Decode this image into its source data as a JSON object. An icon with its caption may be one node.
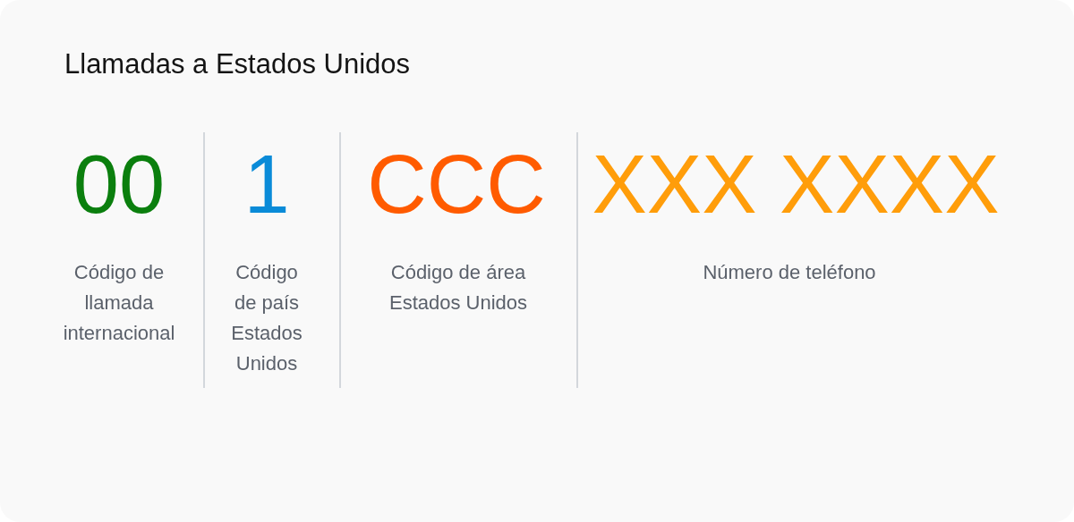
{
  "diagram": {
    "title": "Llamadas a Estados Unidos",
    "labels": [
      "00",
      "Código de llamada internacional",
      "1",
      "Código de país Estados Unidos",
      "CCC",
      "Código de área Estados Unidos",
      "XXX XXXX",
      "Número de teléfono"
    ]
  }
}
